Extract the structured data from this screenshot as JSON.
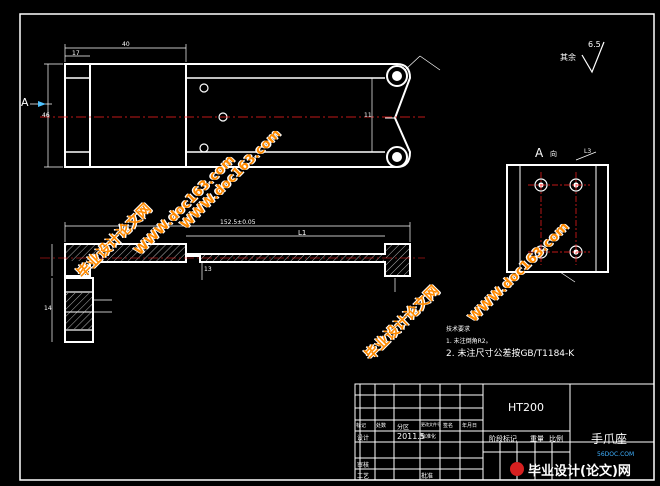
{
  "drawing": {
    "view_label_a": "A",
    "view_label_a_side": "A",
    "view_a_caption": "向",
    "roughness_value": "6.5",
    "roughness_note": "其余",
    "dim_top_width": "40",
    "dim_left_small": "17",
    "dim_left_height": "46",
    "dim_mid_height": "11",
    "dim_section_top": "152.5±0.05",
    "dim_section_l": "L1",
    "dim_section_small": "13",
    "dim_side_view_top": "L3",
    "dim_bottom_left": "14"
  },
  "tech_req": {
    "title": "技术要求",
    "line1": "1. 未注倒角R2。",
    "line2": "2. 未注尺寸公差按GB/T1184-K"
  },
  "title_block": {
    "material": "HT200",
    "part_name": "手爪座",
    "row_labels": [
      "标记",
      "处数",
      "分区",
      "更改文件号",
      "签名",
      "年月日"
    ],
    "design_label": "设计",
    "design_date": "2011.5",
    "std_label": "标准化",
    "stage_label": "阶段标记",
    "weight_label": "重量",
    "scale_label": "比例",
    "review_label": "审核",
    "process_label": "工艺",
    "approve_label": "批准"
  },
  "watermarks": {
    "cn_text": "毕业设计论文网",
    "url_text": "WWW.doc163.com"
  },
  "footer_logo": {
    "site": "56DOC.COM",
    "brand": "毕业设计(论文)网"
  }
}
